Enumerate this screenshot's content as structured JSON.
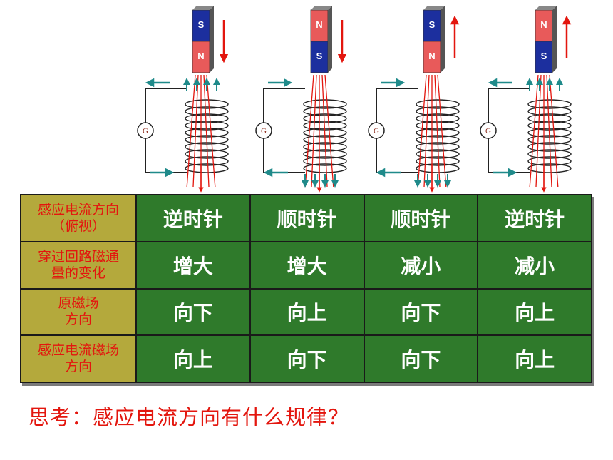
{
  "colors": {
    "pole_red": "#e85a5a",
    "pole_blue": "#1c2f9e",
    "field_line": "#e3160e",
    "current_arrow": "#1f8a8a",
    "header_bg": "#b4a93c",
    "header_text": "#e3160e",
    "cell_bg": "#2f7a2b",
    "cell_text": "#ffffff"
  },
  "diagram": {
    "galvanometer_label": "G",
    "cases": [
      {
        "top_pole": "S",
        "bottom_pole": "N",
        "magnet_motion": "down"
      },
      {
        "top_pole": "N",
        "bottom_pole": "S",
        "magnet_motion": "down"
      },
      {
        "top_pole": "S",
        "bottom_pole": "N",
        "magnet_motion": "up"
      },
      {
        "top_pole": "N",
        "bottom_pole": "S",
        "magnet_motion": "up"
      }
    ]
  },
  "table": {
    "rows": [
      {
        "header": [
          "感应电流方向",
          "（俯视）"
        ],
        "values": [
          "逆时针",
          "顺时针",
          "顺时针",
          "逆时针"
        ]
      },
      {
        "header": [
          "穿过回路磁通",
          "量的变化"
        ],
        "values": [
          "增大",
          "增大",
          "减小",
          "减小"
        ]
      },
      {
        "header": [
          "原磁场",
          "方向"
        ],
        "values": [
          "向下",
          "向上",
          "向下",
          "向上"
        ]
      },
      {
        "header": [
          "感应电流磁场",
          "方向"
        ],
        "values": [
          "向上",
          "向下",
          "向下",
          "向上"
        ]
      }
    ]
  },
  "question": "思考：感应电流方向有什么规律？"
}
